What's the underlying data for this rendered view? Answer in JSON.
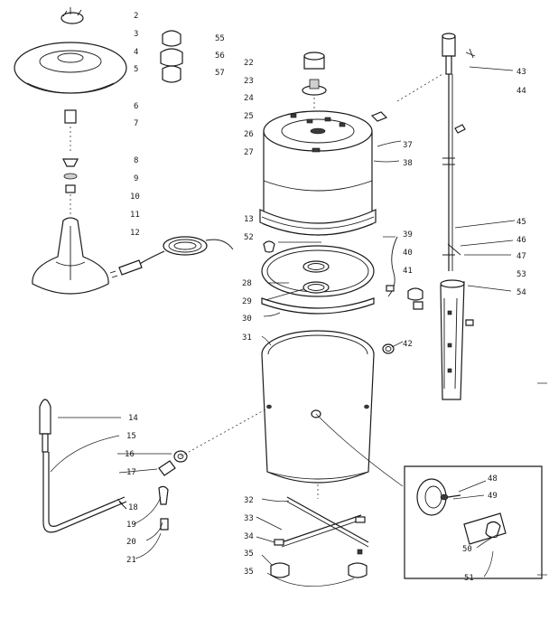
{
  "callouts": {
    "c2": "2",
    "c3": "3",
    "c4": "4",
    "c5": "5",
    "c6": "6",
    "c7": "7",
    "c8": "8",
    "c9": "9",
    "c10": "10",
    "c11": "11",
    "c12": "12",
    "c55": "55",
    "c56": "56",
    "c57": "57",
    "c22": "22",
    "c23": "23",
    "c24": "24",
    "c25": "25",
    "c26": "26",
    "c27": "27",
    "c37": "37",
    "c38": "38",
    "c13": "13",
    "c52": "52",
    "c28": "28",
    "c29": "29",
    "c30": "30",
    "c31": "31",
    "c39": "39",
    "c40": "40",
    "c41": "41",
    "c42": "42",
    "c43": "43",
    "c44": "44",
    "c45": "45",
    "c46": "46",
    "c47": "47",
    "c53": "53",
    "c54": "54",
    "c14": "14",
    "c15": "15",
    "c16": "16",
    "c17": "17",
    "c18": "18",
    "c19": "19",
    "c20": "20",
    "c21": "21",
    "c32": "32",
    "c33": "33",
    "c34": "34",
    "c35": "35",
    "c35b": "35",
    "c48": "48",
    "c49": "49",
    "c50": "50",
    "c51": "51"
  }
}
